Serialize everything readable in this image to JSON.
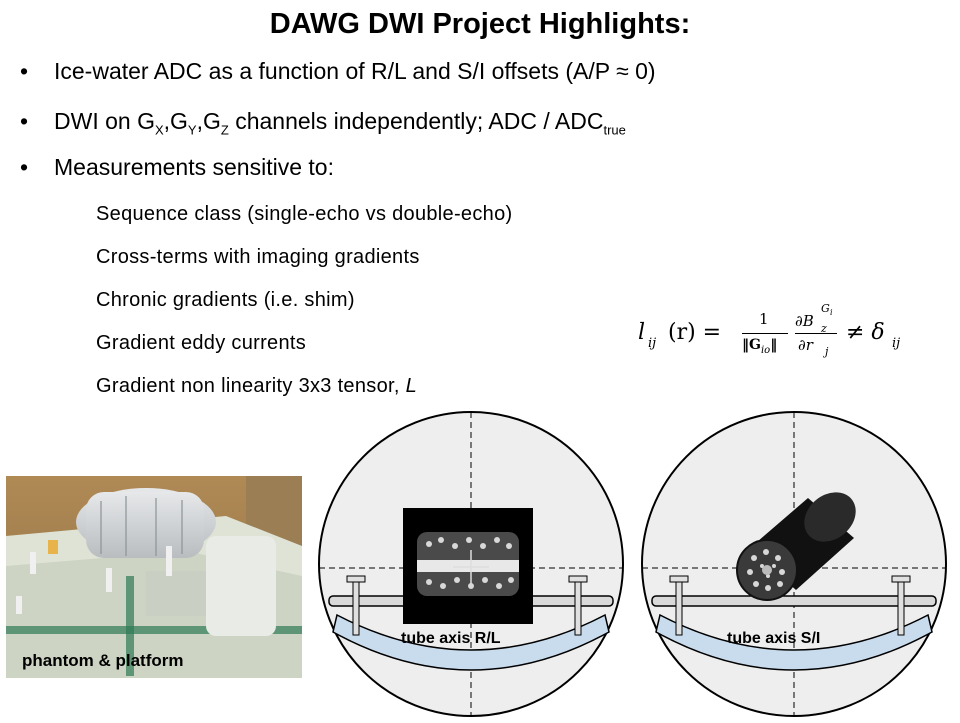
{
  "title": "DAWG DWI Project Highlights:",
  "bullets": {
    "b1": "Ice-water ADC as a function of R/L and S/I offsets (A/P ≈ 0)",
    "b2_prefix": "DWI on G",
    "b2_x": "X",
    "b2_y": "Y",
    "b2_z": "Z",
    "b2_rest": " channels independently; ADC / ADC",
    "b2_true": "true",
    "b3": "Measurements sensitive to:"
  },
  "sub_items": [
    "Sequence class (single-echo vs double-echo)",
    "Cross-terms with imaging gradients",
    "Chronic gradients (i.e. shim)",
    "Gradient eddy currents",
    "Gradient non linearity 3x3 tensor, "
  ],
  "sub_item_tensor_symbol": "L",
  "equation": {
    "lhs": "l",
    "lhs_sub": "ij",
    "arg": "(r) =",
    "numerator_one": "1",
    "norm": "‖G",
    "norm_sub": "io",
    "norm_close": "‖",
    "partial_b": "∂B",
    "b_sub": "z",
    "b_sup": "G",
    "b_sup_sub": "i",
    "partial_r": "∂r",
    "r_sub": "j",
    "neq": "≠ δ",
    "delta_sub": "ij"
  },
  "photo_caption": "phantom & platform",
  "diagram_captions": {
    "left": "tube axis R/L",
    "right": "tube axis S/I"
  }
}
